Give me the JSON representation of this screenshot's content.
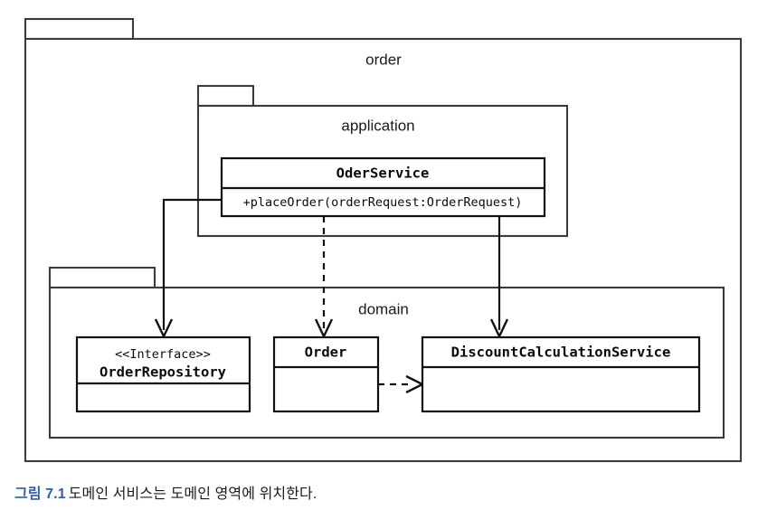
{
  "figure": {
    "type": "uml-package-class-diagram",
    "caption_number": "그림 7.1",
    "caption_text": "도메인 서비스는 도메인 영역에 위치한다.",
    "caption_number_color": "#2B5EAE"
  },
  "packages": {
    "outer": {
      "label": "order"
    },
    "application": {
      "label": "application"
    },
    "domain": {
      "label": "domain"
    }
  },
  "classes": {
    "order_service": {
      "name": "OderService",
      "method": "+placeOrder(orderRequest:OrderRequest)"
    },
    "order_repository": {
      "stereotype": "<<Interface>>",
      "name": "OrderRepository",
      "method": ""
    },
    "order": {
      "name": "Order",
      "method": ""
    },
    "discount_service": {
      "name": "DiscountCalculationService",
      "method": ""
    }
  },
  "connections": [
    {
      "from": "OderService",
      "to": "OrderRepository",
      "style": "solid",
      "arrow": "open"
    },
    {
      "from": "OderService",
      "to": "Order",
      "style": "dashed",
      "arrow": "open"
    },
    {
      "from": "OderService",
      "to": "DiscountCalculationService",
      "style": "solid",
      "arrow": "open"
    },
    {
      "from": "Order",
      "to": "DiscountCalculationService",
      "style": "dashed",
      "arrow": "open"
    }
  ]
}
